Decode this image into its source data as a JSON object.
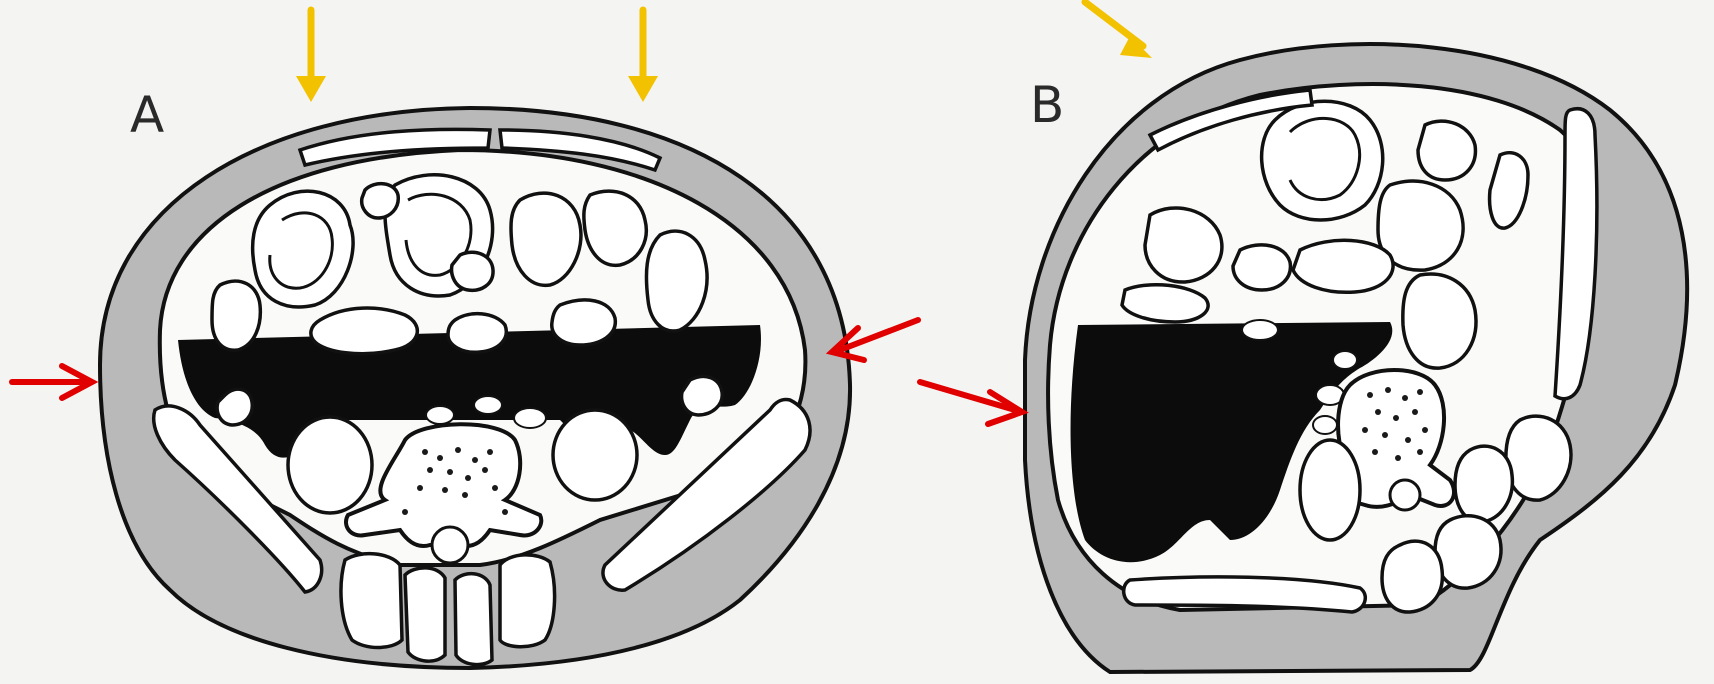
{
  "panels": [
    {
      "id": "A",
      "label": "A"
    },
    {
      "id": "B",
      "label": "B"
    }
  ],
  "colors": {
    "yellow_arrow": "#f2c200",
    "red_arrow": "#e00000",
    "fat_layer": "#b9b9b9",
    "fluid": "#0c0c0c"
  }
}
